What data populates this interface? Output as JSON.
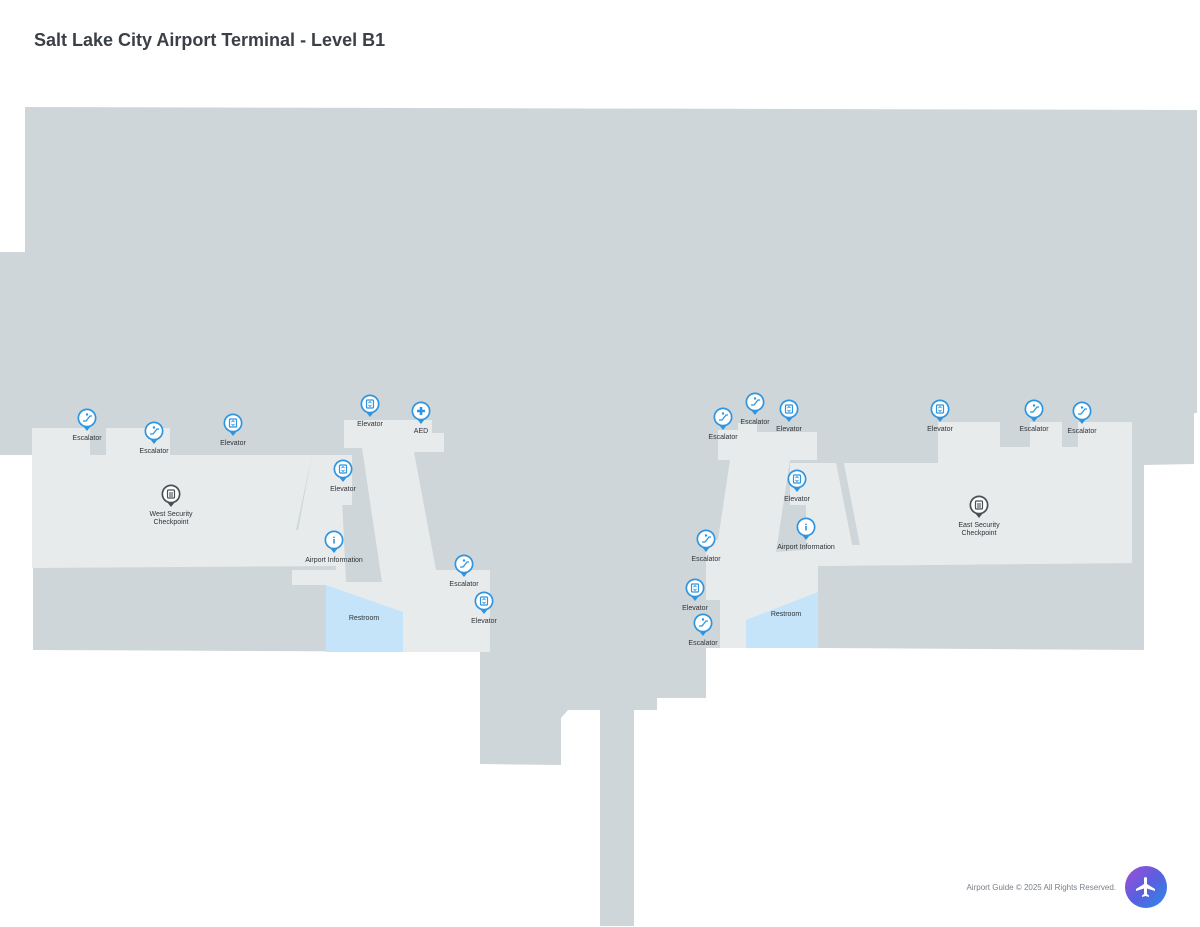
{
  "title": "Salt Lake City Airport Terminal - Level B1",
  "footer": "Airport Guide © 2025 All Rights Reserved.",
  "colors": {
    "building": "#ced6d9",
    "concourse": "#e8ebec",
    "restroom": "#c5e4f9",
    "pin_blue": "#2f95e0",
    "pin_security": "#4a4f55"
  },
  "rooms": [
    {
      "id": "restroom-west",
      "label": "Restroom"
    },
    {
      "id": "restroom-east",
      "label": "Restroom"
    }
  ],
  "pois": [
    {
      "type": "escalator",
      "icon": "escalator-icon",
      "label": "Escalator"
    },
    {
      "type": "escalator",
      "icon": "escalator-icon",
      "label": "Escalator"
    },
    {
      "type": "elevator",
      "icon": "elevator-icon",
      "label": "Elevator"
    },
    {
      "type": "elevator",
      "icon": "elevator-icon",
      "label": "Elevator"
    },
    {
      "type": "aed",
      "icon": "aed-icon",
      "label": "AED"
    },
    {
      "type": "elevator",
      "icon": "elevator-icon",
      "label": "Elevator"
    },
    {
      "type": "security",
      "icon": "security-checkpoint-icon",
      "label": "West Security\nCheckpoint"
    },
    {
      "type": "info",
      "icon": "info-icon",
      "label": "Airport Information"
    },
    {
      "type": "escalator",
      "icon": "escalator-icon",
      "label": "Escalator"
    },
    {
      "type": "elevator",
      "icon": "elevator-icon",
      "label": "Elevator"
    },
    {
      "type": "escalator",
      "icon": "escalator-icon",
      "label": "Escalator"
    },
    {
      "type": "escalator",
      "icon": "escalator-icon",
      "label": "Escalator"
    },
    {
      "type": "elevator",
      "icon": "elevator-icon",
      "label": "Elevator"
    },
    {
      "type": "elevator",
      "icon": "elevator-icon",
      "label": "Elevator"
    },
    {
      "type": "info",
      "icon": "info-icon",
      "label": "Airport Information"
    },
    {
      "type": "escalator",
      "icon": "escalator-icon",
      "label": "Escalator"
    },
    {
      "type": "elevator",
      "icon": "elevator-icon",
      "label": "Elevator"
    },
    {
      "type": "escalator",
      "icon": "escalator-icon",
      "label": "Escalator"
    },
    {
      "type": "elevator",
      "icon": "elevator-icon",
      "label": "Elevator"
    },
    {
      "type": "escalator",
      "icon": "escalator-icon",
      "label": "Escalator"
    },
    {
      "type": "escalator",
      "icon": "escalator-icon",
      "label": "Escalator"
    },
    {
      "type": "security",
      "icon": "security-checkpoint-icon",
      "label": "East Security\nCheckpoint"
    }
  ]
}
